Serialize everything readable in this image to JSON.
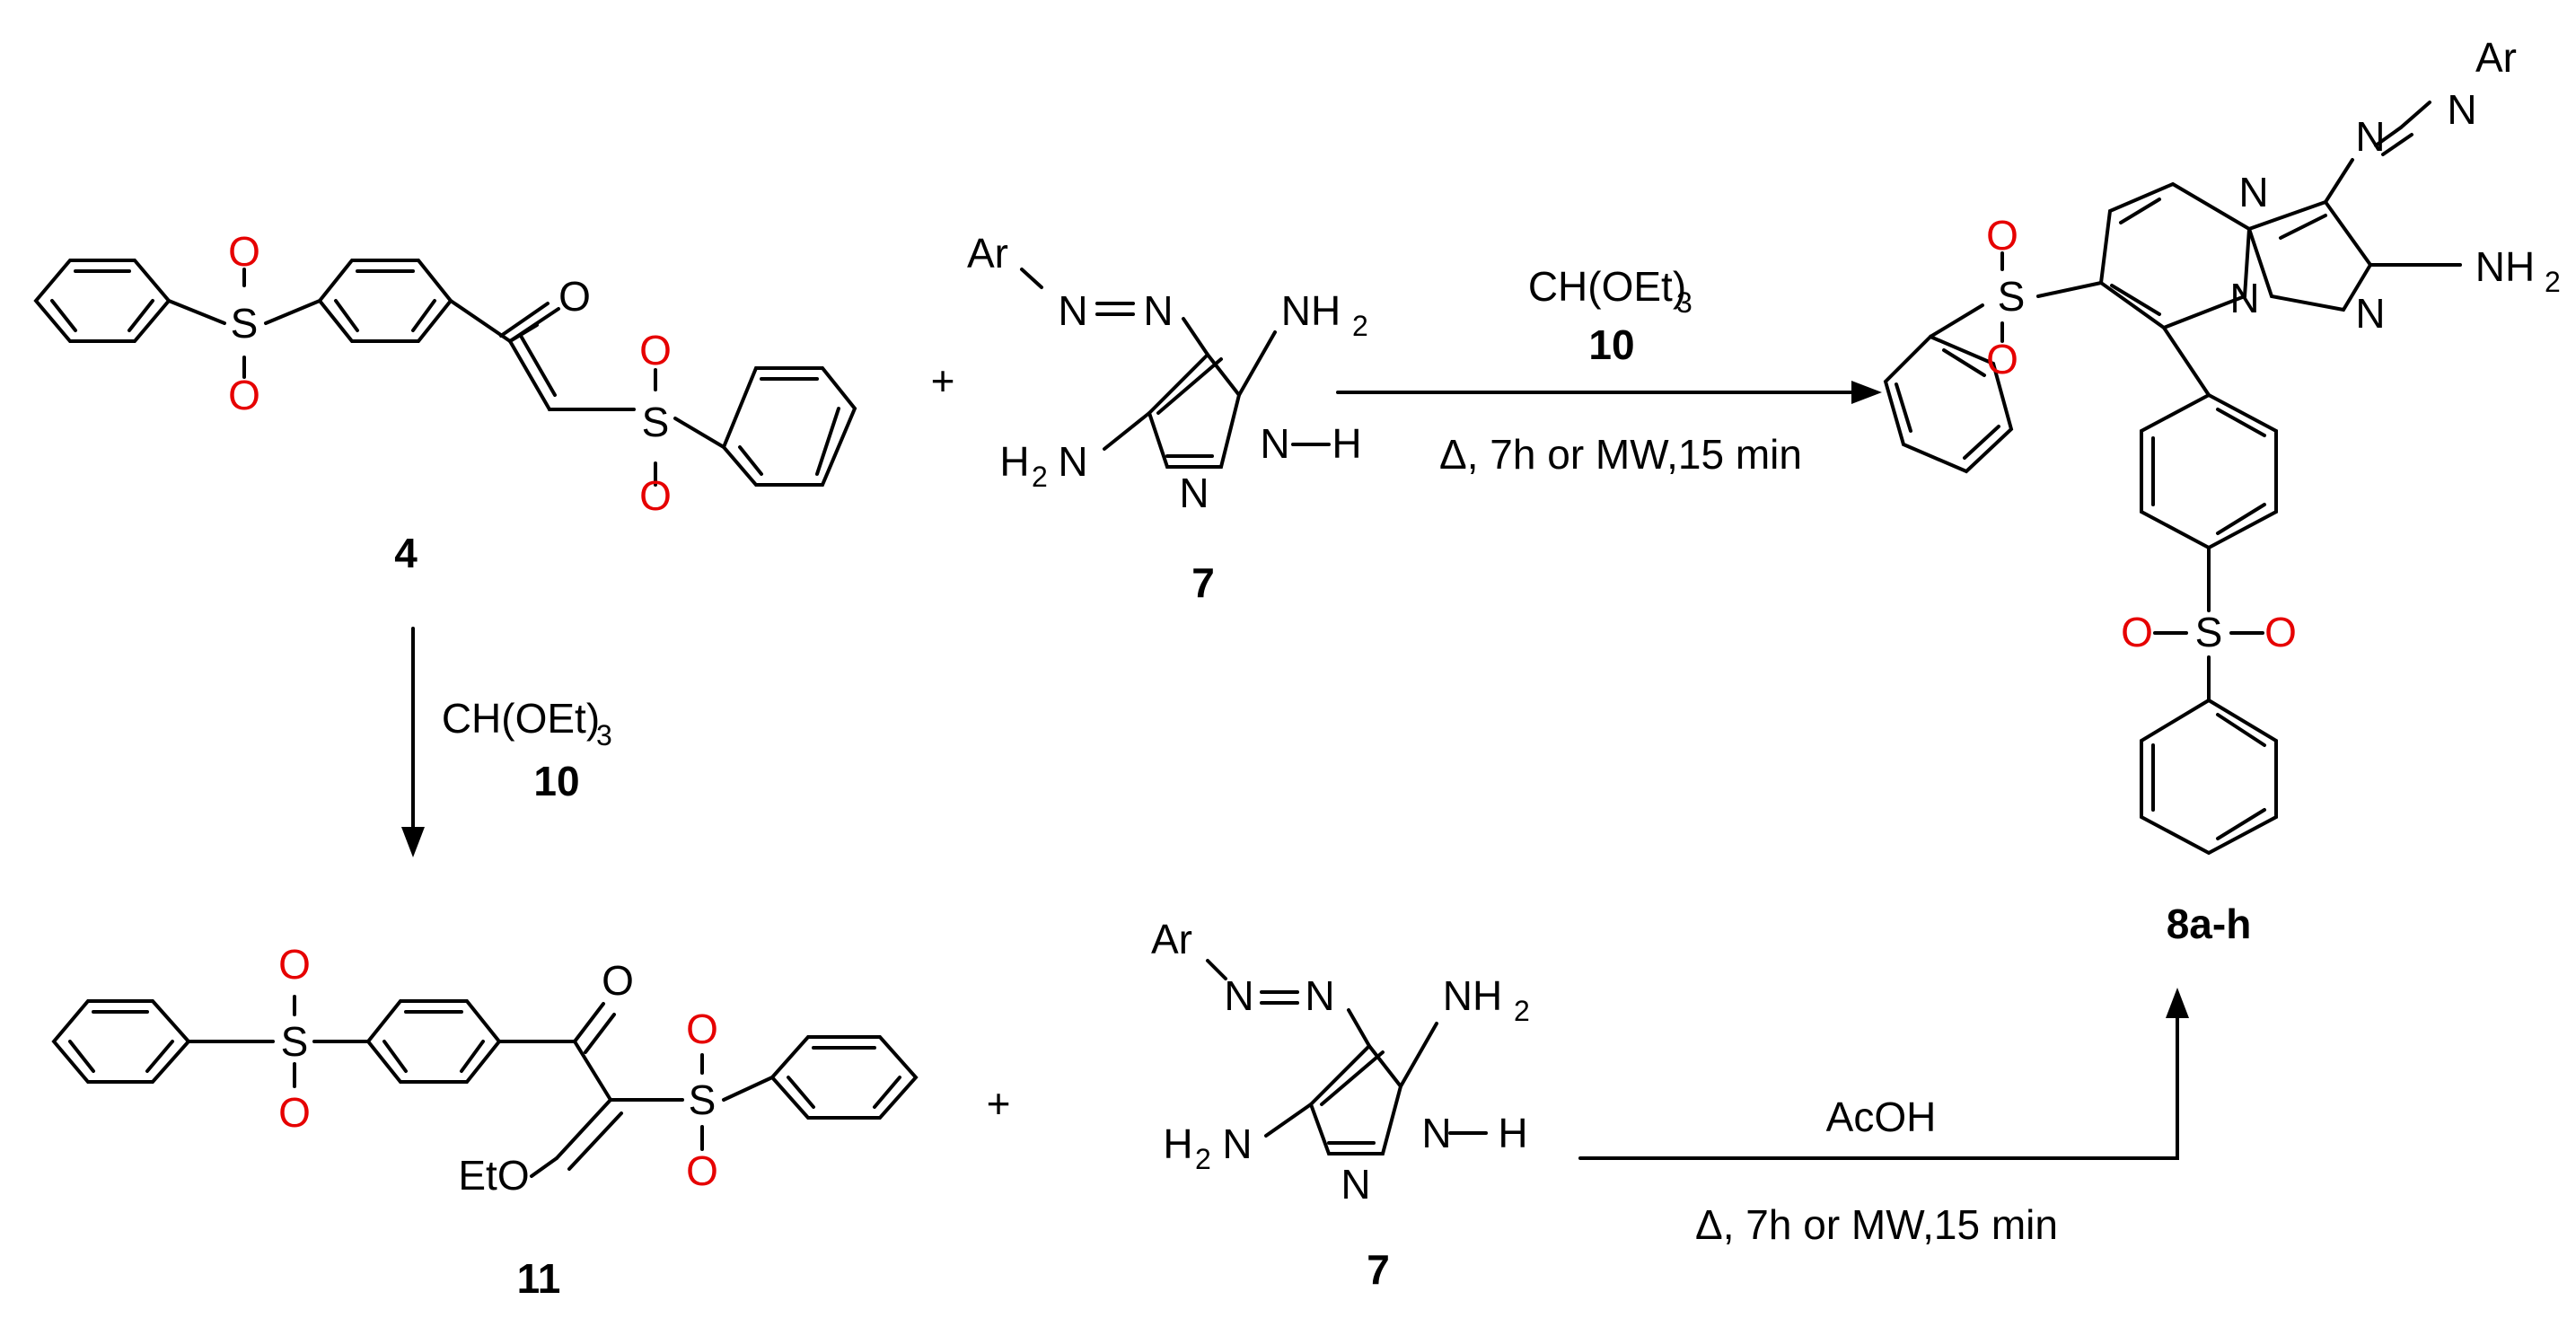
{
  "atoms": {
    "O": "O",
    "S": "S",
    "N": "N",
    "Ar": "Ar",
    "NH": "NH",
    "H2N": "H",
    "H": "H",
    "two": "2",
    "EtO": "EtO"
  },
  "compounds": {
    "c4": "4",
    "c7a": "7",
    "c7b": "7",
    "c8": "8a-h",
    "c11": "11"
  },
  "reagents": {
    "top_reagent": "CH(OEt)",
    "top_reagent_sub": "3",
    "top_reagent_num": "10",
    "top_conditions": "Δ, 7h or MW,15 min",
    "vert_reagent": "CH(OEt)",
    "vert_reagent_sub": "3",
    "vert_reagent_num": "10",
    "bottom_reagent": "AcOH",
    "bottom_conditions": "Δ, 7h or MW,15 min"
  },
  "plus_sign": "+",
  "colors": {
    "oxygen": "#e60000",
    "bonds": "#000000",
    "background": "#ffffff"
  }
}
